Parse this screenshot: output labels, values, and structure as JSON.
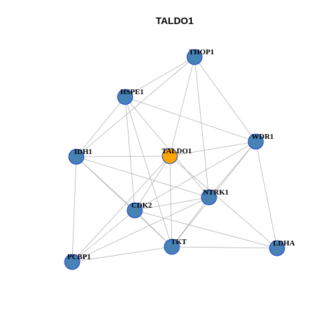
{
  "title": "TALDO1",
  "colors": {
    "node_default": "#4682b4",
    "node_highlight": "#ffa500",
    "node_border": "#1c3fd1",
    "edge": "#b3b3b3"
  },
  "nodes": [
    {
      "id": "THOP1",
      "label": "THOP1",
      "highlight": false
    },
    {
      "id": "HSPE1",
      "label": "HSPE1",
      "highlight": false
    },
    {
      "id": "WDR1",
      "label": "WDR1",
      "highlight": false
    },
    {
      "id": "IDH1",
      "label": "IDH1",
      "highlight": false
    },
    {
      "id": "TALDO1",
      "label": "TALDO1",
      "highlight": true
    },
    {
      "id": "NTRK1",
      "label": "NTRK1",
      "highlight": false
    },
    {
      "id": "CDK2",
      "label": "CDK2",
      "highlight": false
    },
    {
      "id": "TKT",
      "label": "TKT",
      "highlight": false
    },
    {
      "id": "LDHA",
      "label": "LDHA",
      "highlight": false
    },
    {
      "id": "PCBP1",
      "label": "PCBP1",
      "highlight": false
    }
  ],
  "edges": [
    [
      "THOP1",
      "HSPE1"
    ],
    [
      "THOP1",
      "IDH1"
    ],
    [
      "THOP1",
      "TALDO1"
    ],
    [
      "THOP1",
      "WDR1"
    ],
    [
      "THOP1",
      "NTRK1"
    ],
    [
      "HSPE1",
      "IDH1"
    ],
    [
      "HSPE1",
      "WDR1"
    ],
    [
      "HSPE1",
      "CDK2"
    ],
    [
      "HSPE1",
      "TKT"
    ],
    [
      "HSPE1",
      "NTRK1"
    ],
    [
      "IDH1",
      "TALDO1"
    ],
    [
      "IDH1",
      "NTRK1"
    ],
    [
      "IDH1",
      "CDK2"
    ],
    [
      "IDH1",
      "TKT"
    ],
    [
      "IDH1",
      "PCBP1"
    ],
    [
      "TALDO1",
      "WDR1"
    ],
    [
      "TALDO1",
      "CDK2"
    ],
    [
      "TALDO1",
      "TKT"
    ],
    [
      "TALDO1",
      "PCBP1"
    ],
    [
      "TALDO1",
      "LDHA"
    ],
    [
      "WDR1",
      "NTRK1"
    ],
    [
      "WDR1",
      "CDK2"
    ],
    [
      "WDR1",
      "TKT"
    ],
    [
      "WDR1",
      "LDHA"
    ],
    [
      "NTRK1",
      "CDK2"
    ],
    [
      "NTRK1",
      "TKT"
    ],
    [
      "NTRK1",
      "PCBP1"
    ],
    [
      "CDK2",
      "TKT"
    ],
    [
      "CDK2",
      "PCBP1"
    ],
    [
      "CDK2",
      "LDHA"
    ],
    [
      "TKT",
      "LDHA"
    ],
    [
      "TKT",
      "PCBP1"
    ]
  ]
}
